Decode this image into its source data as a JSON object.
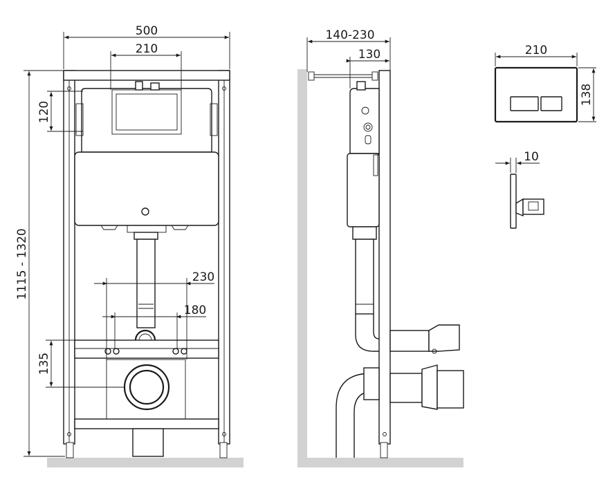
{
  "dimensions": {
    "frame_width": "500",
    "panel_width_top": "210",
    "tank_window_height": "120",
    "frame_height_range": "1115 - 1320",
    "wide_mount_spacing": "230",
    "narrow_mount_spacing": "180",
    "outlet_height": "135",
    "wall_offset_range": "140-230",
    "tank_depth": "130",
    "plate_width": "210",
    "plate_height": "138",
    "plate_thickness": "10"
  },
  "colors": {
    "line": "#1a1a1a",
    "floor": "#d2d2d2"
  }
}
